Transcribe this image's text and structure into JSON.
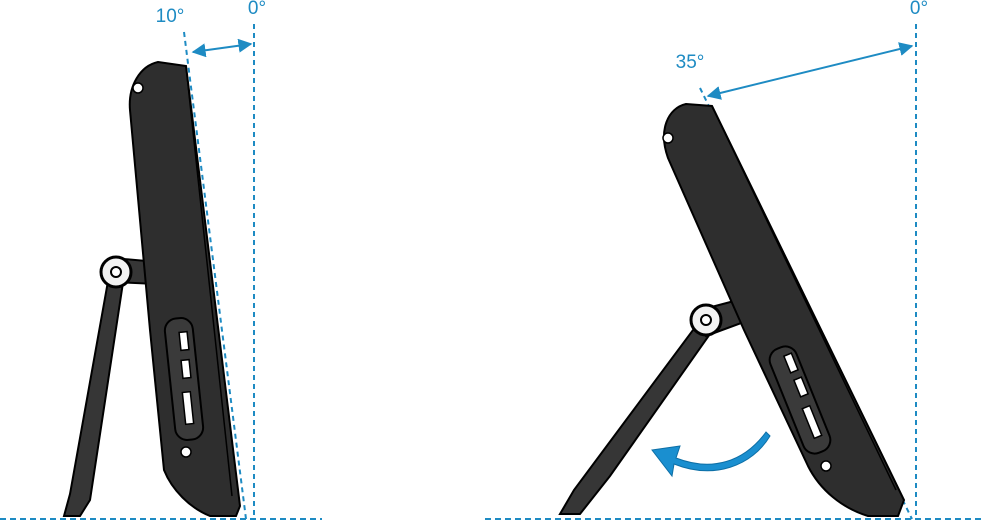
{
  "left_figure": {
    "tilt_label": "10°",
    "vertical_label": "0°"
  },
  "right_figure": {
    "tilt_label": "35°",
    "vertical_label": "0°"
  },
  "colors": {
    "accent": "#1e8bc3",
    "device_body": "#2e2e2e",
    "arrow": "#1a8fd0"
  },
  "icons": {
    "rotation_arrow": "curved-arrow-left-icon"
  }
}
